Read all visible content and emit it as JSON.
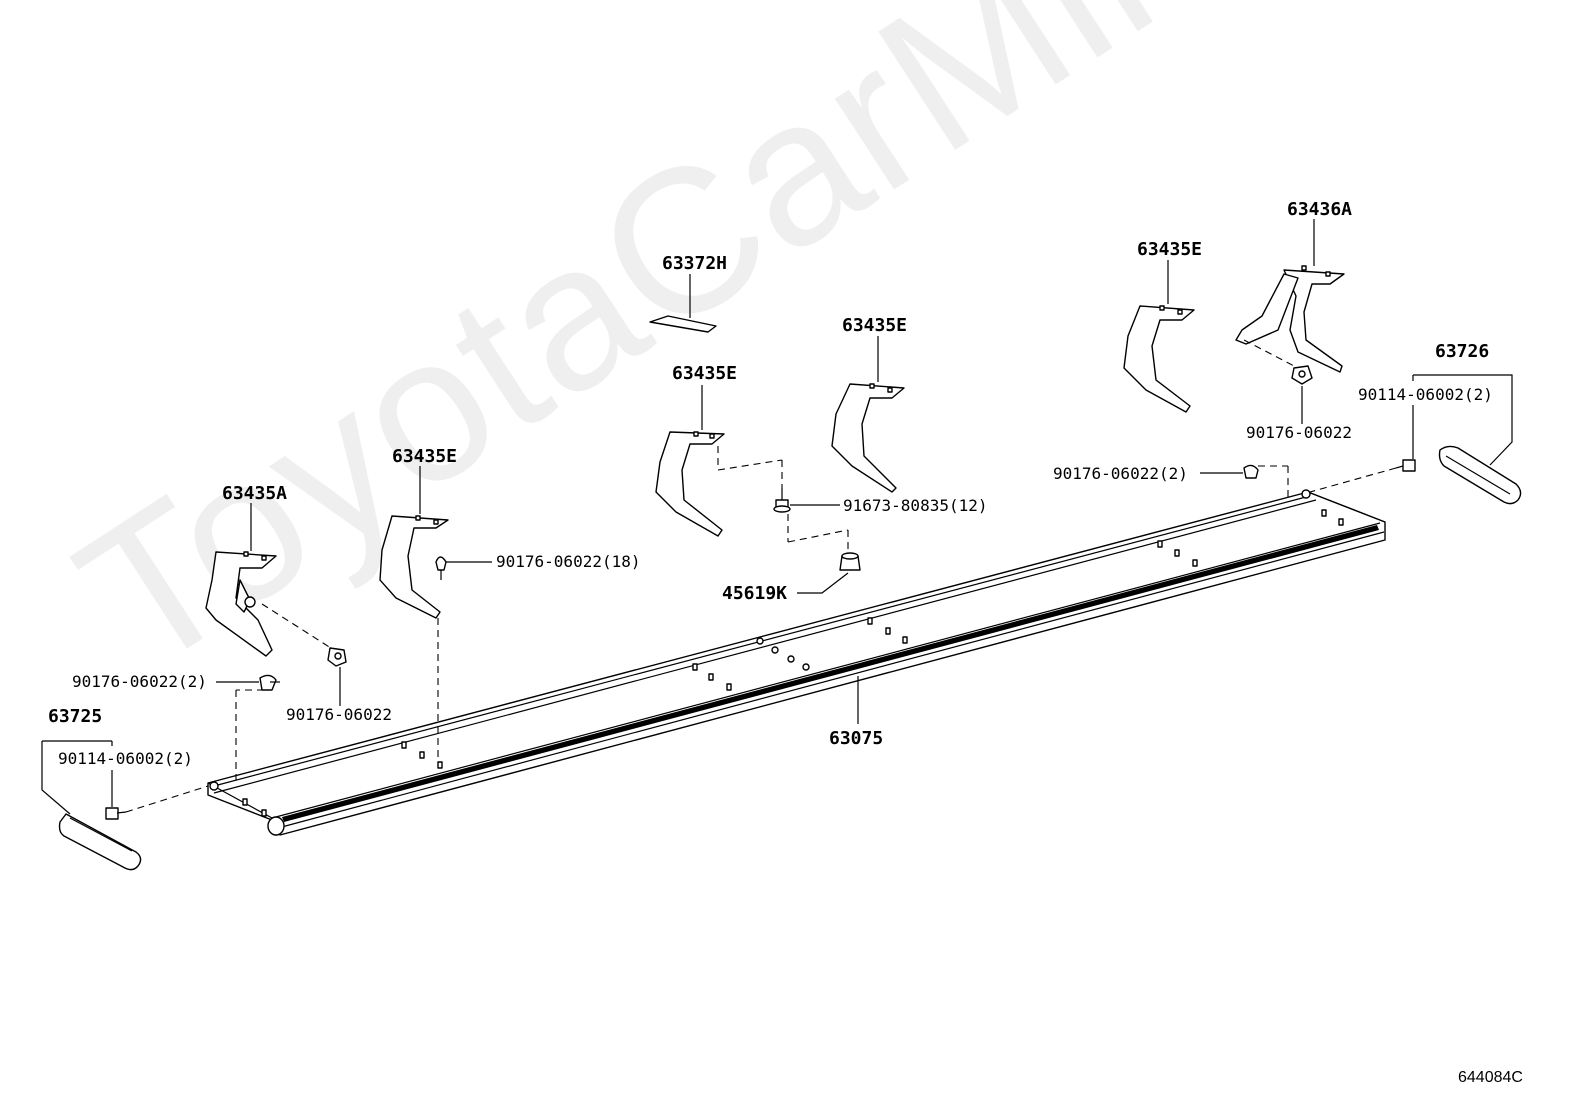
{
  "watermark": "ToyotaCarMiner.ru",
  "diagram_code": "644084C",
  "labels": {
    "p63372H": "63372H",
    "p63435E_a": "63435E",
    "p63435E_b": "63435E",
    "p63435E_c": "63435E",
    "p63435E_d": "63435E",
    "p63435A": "63435A",
    "p63436A": "63436A",
    "p63726": "63726",
    "p63725": "63725",
    "p63075": "63075",
    "p45619K": "45619K",
    "b91673": "91673-80835(12)",
    "c90176_18": "90176-06022(18)",
    "c90176_left2": "90176-06022(2)",
    "c90176_left": "90176-06022",
    "c90176_right2": "90176-06022(2)",
    "c90176_right": "90176-06022",
    "s90114_left": "90114-06002(2)",
    "s90114_right": "90114-06002(2)"
  }
}
